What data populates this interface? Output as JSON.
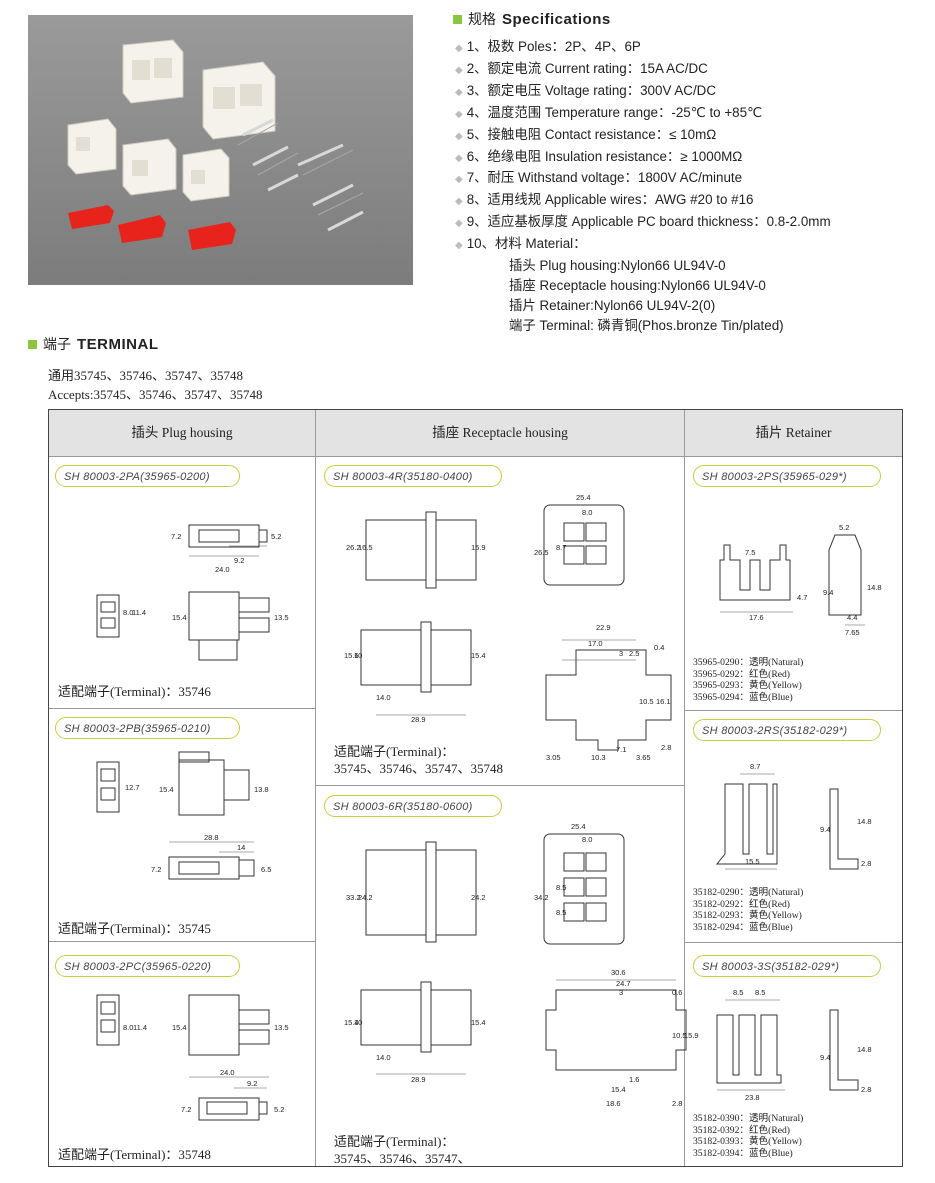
{
  "specifications": {
    "heading_cn": "规格",
    "heading_en": "Specifications",
    "items": [
      "1、极数 Poles：2P、4P、6P",
      "2、额定电流 Current rating：15A AC/DC",
      "3、额定电压 Voltage rating：300V AC/DC",
      "4、温度范围 Temperature range：-25℃  to +85℃",
      "5、接触电阻 Contact resistance：≤ 10mΩ",
      "6、绝缘电阻 Insulation resistance：≥ 1000MΩ",
      "7、耐压 Withstand voltage：1800V AC/minute",
      "8、适用线规 Applicable wires：AWG #20 to #16",
      "9、适应基板厚度 Applicable PC board thickness：0.8-2.0mm",
      "10、材料 Material："
    ],
    "materials": [
      "插头 Plug housing:Nylon66 UL94V-0",
      "插座 Receptacle housing:Nylon66 UL94V-0",
      "插片 Retainer:Nylon66 UL94V-2(0)",
      "端子 Terminal: 磷青铜(Phos.bronze Tin/plated)"
    ]
  },
  "terminal": {
    "heading_cn": "端子",
    "heading_en": "TERMINAL",
    "accepts_cn": "通用35745、35746、35747、35748",
    "accepts_en": "Accepts:35745、35746、35747、35748"
  },
  "table": {
    "headers": [
      "插头  Plug housing",
      "插座  Receptacle housing",
      "插片  Retainer"
    ],
    "plug": [
      {
        "part": "SH 80003-2PA(35965-0200)",
        "fit": "适配端子(Terminal)：35746",
        "dims": [
          "7.2",
          "5.2",
          "9.2",
          "24.0",
          "8.0",
          "11.4",
          "15.4",
          "13.5"
        ]
      },
      {
        "part": "SH 80003-2PB(35965-0210)",
        "fit": "适配端子(Terminal)：35745",
        "dims": [
          "12.7",
          "15.4",
          "13.8",
          "28.8",
          "14",
          "7.2",
          "6.5"
        ]
      },
      {
        "part": "SH 80003-2PC(35965-0220)",
        "fit": "适配端子(Terminal)：35748",
        "dims": [
          "8.0",
          "11.4",
          "15.4",
          "13.5",
          "24.0",
          "9.2",
          "7.2",
          "5.2"
        ]
      }
    ],
    "receptacle": [
      {
        "part": "SH 80003-4R(35180-0400)",
        "fit_label": "适配端子(Terminal)：",
        "fit_values": "35745、35746、35747、35748",
        "dims": [
          "26.2",
          "16.5",
          "15.9",
          "25.4",
          "8.0",
          "26.5",
          "8.7",
          "15.6",
          "10",
          "15.4",
          "14.0",
          "28.9",
          "22.9",
          "17.0",
          "3",
          "2.5",
          "0.4",
          "10.5",
          "16.1",
          "7.1",
          "3.05",
          "10.3",
          "3.65",
          "2.8"
        ]
      },
      {
        "part": "SH 80003-6R(35180-0600)",
        "fit_label": "适配端子(Terminal)：",
        "fit_values": "35745、35746、35747、",
        "dims": [
          "33.2",
          "24.2",
          "24.2",
          "25.4",
          "8.0",
          "34.2",
          "8.5",
          "8.5",
          "15.4",
          "10",
          "15.4",
          "14.0",
          "28.9",
          "30.6",
          "24.7",
          "3",
          "0.6",
          "10.5",
          "15.9",
          "1.6",
          "15.4",
          "18.6",
          "2.8"
        ]
      }
    ],
    "retainer": [
      {
        "part": "SH 80003-2PS(35965-029*)",
        "dims": [
          "7.5",
          "17.6",
          "4.7",
          "5.2",
          "9.4",
          "14.8",
          "4.4",
          "7.65"
        ],
        "codes": [
          "35965-0290：透明(Natural)",
          "35965-0292：红色(Red)",
          "35965-0293：黄色(Yellow)",
          "35965-0294：蓝色(Blue)"
        ]
      },
      {
        "part": "SH 80003-2RS(35182-029*)",
        "dims": [
          "8.7",
          "15.5",
          "9.4",
          "14.8",
          "2.8"
        ],
        "codes": [
          "35182-0290：透明(Natural)",
          "35182-0292：红色(Red)",
          "35182-0293：黄色(Yellow)",
          "35182-0294：蓝色(Blue)"
        ]
      },
      {
        "part": "SH 80003-3S(35182-029*)",
        "dims": [
          "8.5",
          "8.5",
          "23.8",
          "9.4",
          "14.8",
          "2.8"
        ],
        "codes": [
          "35182-0390：透明(Natural)",
          "35182-0392：红色(Red)",
          "35182-0393：黄色(Yellow)",
          "35182-0394：蓝色(Blue)"
        ]
      }
    ]
  },
  "colors": {
    "accent_green": "#8cc63f",
    "pill_border": "#c8cf3a",
    "header_bg": "#e3e3e3",
    "photo_bg": "#8a8a8a",
    "retainer_red": "#e8231c"
  }
}
